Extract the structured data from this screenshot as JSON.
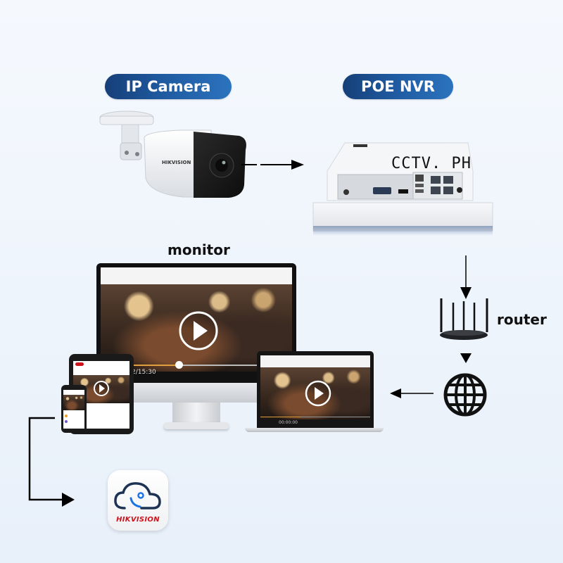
{
  "diagram": {
    "title_ip_camera": "IP Camera",
    "title_poe_nvr": "POE NVR",
    "nvr_watermark": "CCTV. PH",
    "label_monitor": "monitor",
    "label_router": "router",
    "app_brand": "HIKVISION",
    "monitor_timestamp": "2/15:30",
    "laptop_timestamp": "00:00:00",
    "colors": {
      "pill_dark": "#163f78",
      "pill_light": "#2b73bd",
      "arrow": "#000000",
      "brand_red": "#d0121b",
      "app_icon_blue": "#1a73e8",
      "app_icon_navy": "#1e3354"
    },
    "flow": [
      {
        "from": "IP Camera",
        "to": "POE NVR"
      },
      {
        "from": "POE NVR",
        "to": "router"
      },
      {
        "from": "router",
        "to": "internet"
      },
      {
        "from": "internet",
        "to": "monitor / laptop / tablet / phone"
      },
      {
        "from": "phone",
        "to": "HIKVISION app"
      }
    ]
  }
}
